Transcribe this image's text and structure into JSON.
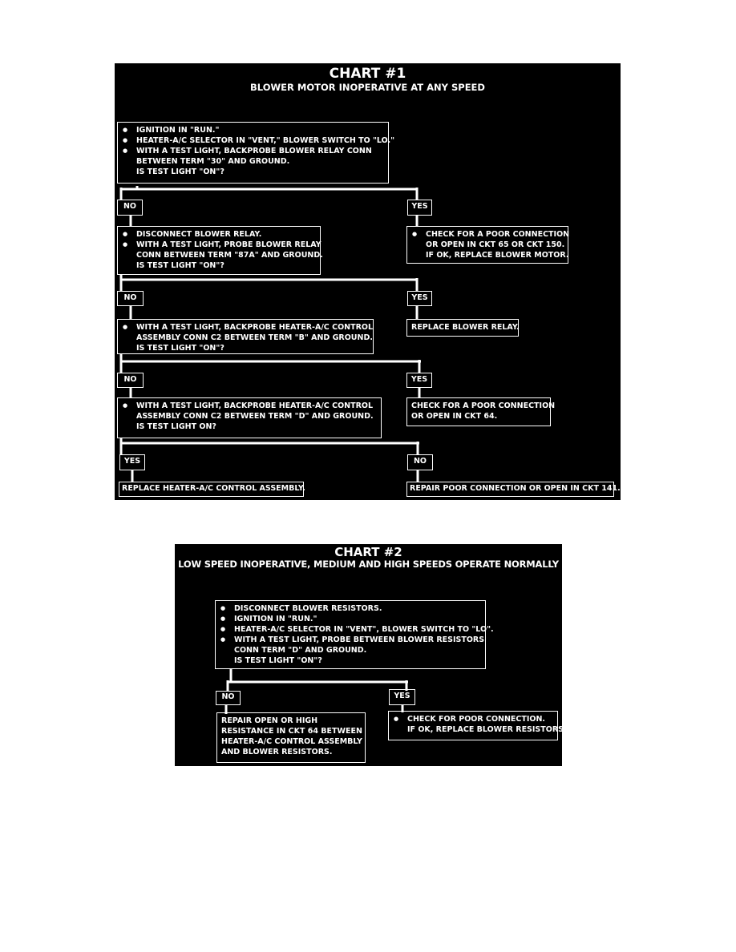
{
  "chart1": {
    "title": "CHART #1",
    "subtitle": "BLOWER MOTOR INOPERATIVE AT ANY SPEED",
    "step1": {
      "items": [
        "IGNITION IN \"RUN.\"",
        "HEATER-A/C SELECTOR IN \"VENT,\" BLOWER SWITCH TO \"LO.\"",
        "WITH A TEST LIGHT, BACKPROBE BLOWER RELAY CONN"
      ],
      "cont": [
        "BETWEEN TERM \"30\" AND GROUND.",
        "IS TEST LIGHT \"ON\"?"
      ]
    },
    "no1": "NO",
    "yes1": "YES",
    "step2": {
      "items": [
        "DISCONNECT BLOWER RELAY.",
        "WITH A TEST LIGHT, PROBE BLOWER RELAY"
      ],
      "cont": [
        "CONN BETWEEN TERM \"87A\" AND GROUND.",
        "IS TEST LIGHT \"ON\"?"
      ]
    },
    "result1": {
      "items": [
        "CHECK FOR A POOR CONNECTION"
      ],
      "cont": [
        "OR OPEN IN CKT 65 OR CKT 150.",
        "IF OK, REPLACE BLOWER MOTOR."
      ]
    },
    "no2": "NO",
    "yes2": "YES",
    "step3": {
      "items": [
        "WITH A TEST LIGHT, BACKPROBE HEATER-A/C CONTROL"
      ],
      "cont": [
        "ASSEMBLY CONN C2 BETWEEN TERM \"B\" AND GROUND.",
        "IS TEST LIGHT \"ON\"?"
      ]
    },
    "result2": "REPLACE BLOWER RELAY.",
    "no3": "NO",
    "yes3": "YES",
    "step4": {
      "items": [
        "WITH A TEST LIGHT, BACKPROBE HEATER-A/C CONTROL"
      ],
      "cont": [
        "ASSEMBLY CONN C2 BETWEEN TERM \"D\" AND GROUND.",
        "IS TEST LIGHT ON?"
      ]
    },
    "result3": [
      "CHECK FOR A POOR CONNECTION",
      "OR OPEN IN CKT 64."
    ],
    "yes4": "YES",
    "no4": "NO",
    "result4": "REPLACE HEATER-A/C CONTROL ASSEMBLY.",
    "result5": "REPAIR POOR CONNECTION OR OPEN IN CKT 141."
  },
  "chart2": {
    "title": "CHART #2",
    "subtitle": "LOW SPEED INOPERATIVE, MEDIUM AND HIGH SPEEDS OPERATE NORMALLY",
    "step1": {
      "items": [
        "DISCONNECT BLOWER RESISTORS.",
        "IGNITION IN \"RUN.\"",
        "HEATER-A/C SELECTOR IN \"VENT\", BLOWER SWITCH TO \"LO\".",
        "WITH A TEST LIGHT, PROBE BETWEEN BLOWER RESISTORS"
      ],
      "cont": [
        "CONN TERM \"D\" AND GROUND.",
        "IS TEST LIGHT \"ON\"?"
      ]
    },
    "no1": "NO",
    "yes1": "YES",
    "result1": [
      "REPAIR OPEN OR HIGH",
      "RESISTANCE IN CKT 64 BETWEEN",
      "HEATER-A/C CONTROL ASSEMBLY",
      "AND BLOWER RESISTORS."
    ],
    "result2": {
      "items": [
        "CHECK FOR POOR CONNECTION."
      ],
      "cont": [
        "IF OK, REPLACE BLOWER RESISTORS."
      ]
    }
  }
}
